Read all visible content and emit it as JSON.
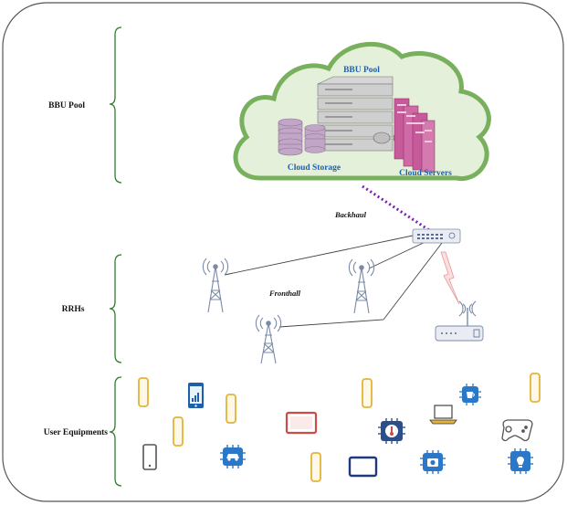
{
  "tiers": {
    "bbu_pool": "BBU Pool",
    "rrhs": "RRHs",
    "user_equipments": "User Equipments"
  },
  "cloud": {
    "pool_label": "BBU Pool",
    "storage_label": "Cloud Storage",
    "servers_label": "Cloud Servers"
  },
  "links": {
    "backhaul": "Backhaul",
    "fronthall": "Fronthall"
  },
  "colors": {
    "frame": "#555555",
    "brace": "#2f7d2f",
    "cloud_fill": "#e4f0d9",
    "cloud_stroke": "#78b05e",
    "cloud_text": "#1f5fb0",
    "server_rack": "#c65a9a",
    "storage": "#c2a6c7",
    "backhaul": "#7a1fb3",
    "fiber": "#444444",
    "wireless": "#e8a2a2",
    "tower": "#7a8aa8",
    "phone_gold": "#e4b33a",
    "tablet_blue": "#1d3b7a",
    "tablet_red": "#d04b46",
    "chip_blue": "#2c78c8"
  },
  "icons": [
    "bbu-server-stack-icon",
    "cloud-storage-icon",
    "cloud-server-rack-icon",
    "switch-icon",
    "radio-tower-icon",
    "wireless-router-icon",
    "lightning-link-icon",
    "smartphone-icon",
    "tablet-icon",
    "laptop-icon",
    "gamepad-icon",
    "iot-chip-car-icon",
    "iot-chip-thermometer-icon",
    "iot-chip-camera-icon",
    "iot-chip-bulb-icon",
    "iot-chip-cup-icon"
  ]
}
